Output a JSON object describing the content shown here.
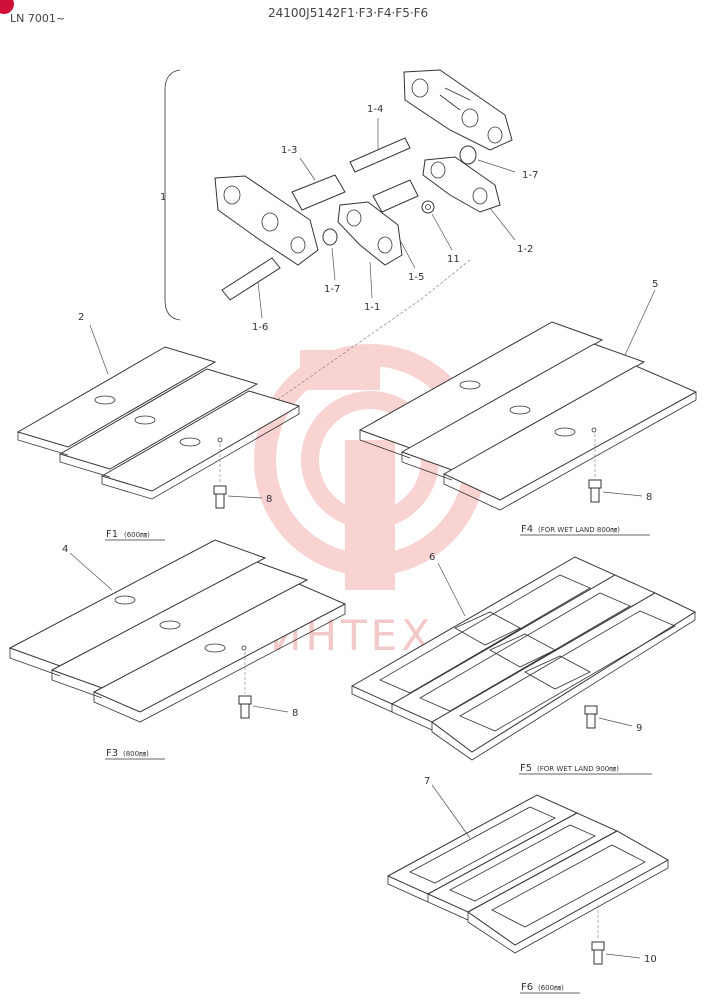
{
  "header": {
    "left_code": "LN 7001~",
    "title": "24100J5142F1·F3·F4·F5·F6"
  },
  "watermark": {
    "text": "ИНТЕХ",
    "color": "#f2b8b8"
  },
  "labels": {
    "l1": "1",
    "l1_3": "1-3",
    "l1_4": "1-4",
    "l1_7a": "1-7",
    "l1_7b": "1-7",
    "l1_2": "1-2",
    "l11": "11",
    "l1_5": "1-5",
    "l1_1": "1-1",
    "l1_6": "1-6",
    "l2": "2",
    "l5": "5",
    "l8a": "8",
    "l8b": "8",
    "l4": "4",
    "l8c": "8",
    "l6": "6",
    "l9": "9",
    "l7": "7",
    "l10": "10"
  },
  "captions": {
    "f1_code": "F1",
    "f1_size": "(600㎜)",
    "f4_code": "F4",
    "f4_size": "(FOR WET LAND 800㎜)",
    "f3_code": "F3",
    "f3_size": "(800㎜)",
    "f5_code": "F5",
    "f5_size": "(FOR WET LAND 900㎜)",
    "f6_code": "F6",
    "f6_size": "(600㎜)"
  }
}
